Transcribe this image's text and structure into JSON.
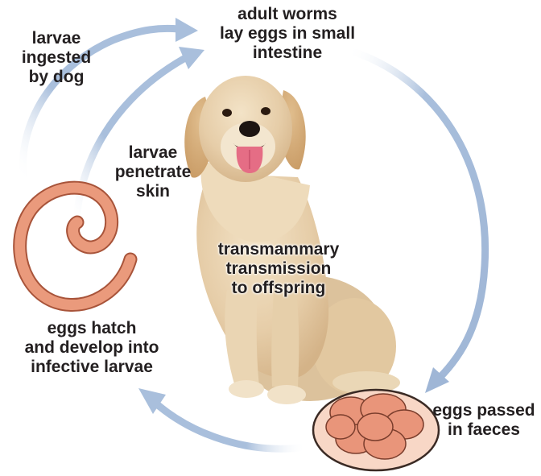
{
  "diagram": {
    "labels": {
      "adult_worms": [
        "adult worms",
        "lay eggs in small",
        "intestine"
      ],
      "larvae_ingested": [
        "larvae",
        "ingested",
        "by dog"
      ],
      "larvae_penetrate": [
        "larvae",
        "penetrate",
        "skin"
      ],
      "transmammary": [
        "transmammary",
        "transmission",
        "to offspring"
      ],
      "eggs_hatch": [
        "eggs hatch",
        "and develop into",
        "infective larvae"
      ],
      "eggs_passed": [
        "eggs passed",
        "in faeces"
      ]
    },
    "colors": {
      "arrow": "#a9bfdc",
      "larva_fill": "#ea9a7c",
      "larva_stroke": "#a8543a",
      "egg_fill": "#e9957a",
      "egg_dish": "#f8d7c6",
      "dog_fur": "#e6cda8",
      "text": "#231f20"
    },
    "icons": [
      "larva-spiral-icon",
      "eggs-icon",
      "dog-illustration"
    ]
  }
}
